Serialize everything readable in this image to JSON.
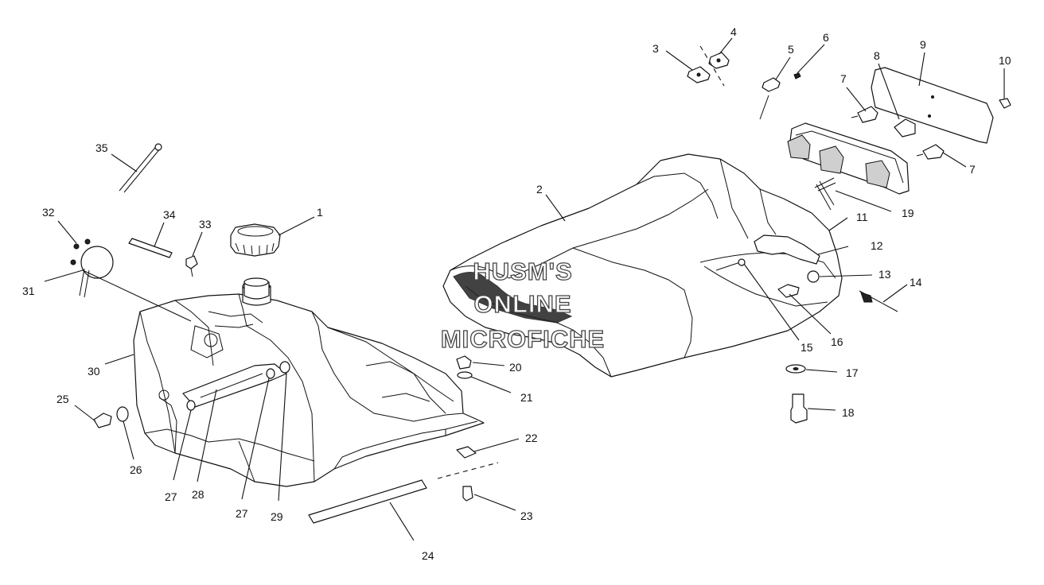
{
  "diagram": {
    "watermark_lines": [
      "HUSM'S",
      "ONLINE",
      "MICROFICHE"
    ],
    "callouts": [
      "1",
      "2",
      "3",
      "4",
      "5",
      "6",
      "7",
      "7",
      "8",
      "9",
      "10",
      "11",
      "12",
      "13",
      "14",
      "15",
      "16",
      "17",
      "18",
      "19",
      "20",
      "21",
      "22",
      "23",
      "24",
      "25",
      "26",
      "27",
      "27",
      "28",
      "29",
      "30",
      "31",
      "32",
      "33",
      "34",
      "35"
    ]
  }
}
